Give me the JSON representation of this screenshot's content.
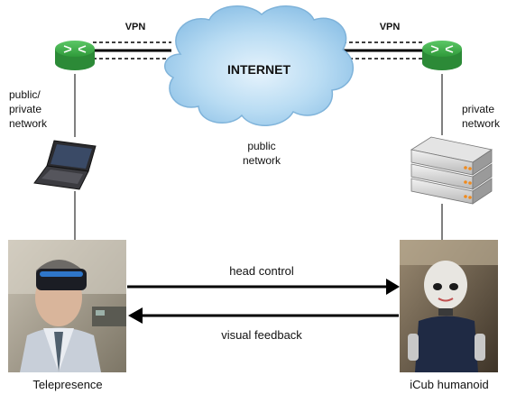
{
  "labels": {
    "vpn_left": "VPN",
    "vpn_right": "VPN",
    "internet": "INTERNET",
    "public_network": [
      "public",
      "network"
    ],
    "left_network": [
      "public/",
      "private",
      "network"
    ],
    "right_network": [
      "private",
      "network"
    ],
    "head_control": "head control",
    "visual_feedback": "visual feedback",
    "telepresence": "Telepresence",
    "icub": "iCub humanoid"
  },
  "icons": {
    "left_router": "router-icon",
    "right_router": "router-icon",
    "laptop": "laptop-icon",
    "server": "server-rack-icon",
    "cloud": "cloud-icon"
  },
  "colors": {
    "router_green": "#3fae49",
    "cloud_blue": "#a9d3f0",
    "server_orange": "#f08a1c"
  }
}
